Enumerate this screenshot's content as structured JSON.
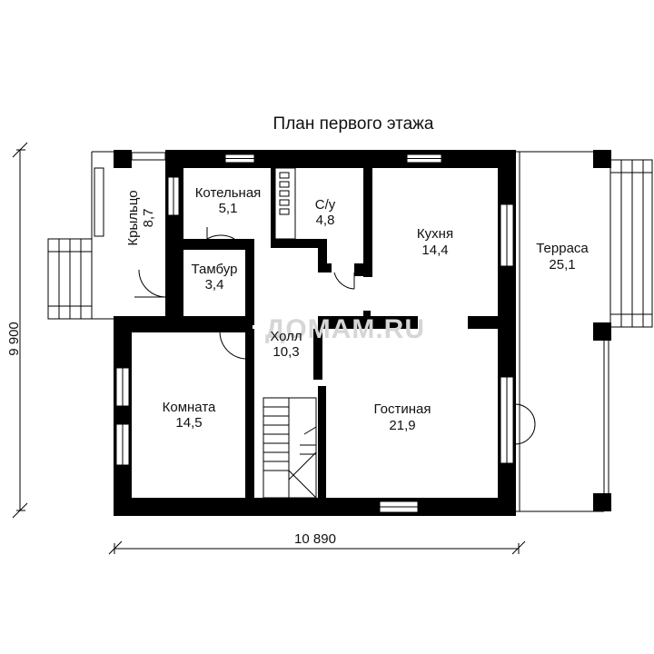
{
  "title": "План первого этажа",
  "watermark": "ДОМАМ.RU",
  "dimensions": {
    "height": "9 900",
    "width": "10 890"
  },
  "rooms": {
    "porch": {
      "name": "Крыльцо",
      "area": "8,7"
    },
    "boiler": {
      "name": "Котельная",
      "area": "5,1"
    },
    "wc": {
      "name": "С/у",
      "area": "4,8"
    },
    "kitchen": {
      "name": "Кухня",
      "area": "14,4"
    },
    "terrace": {
      "name": "Терраса",
      "area": "25,1"
    },
    "vestibule": {
      "name": "Тамбур",
      "area": "3,4"
    },
    "hall": {
      "name": "Холл",
      "area": "10,3"
    },
    "room": {
      "name": "Комната",
      "area": "14,5"
    },
    "living": {
      "name": "Гостиная",
      "area": "21,9"
    }
  },
  "colors": {
    "walls": "#000000",
    "background": "#ffffff",
    "watermark": "#d6d6d6"
  }
}
